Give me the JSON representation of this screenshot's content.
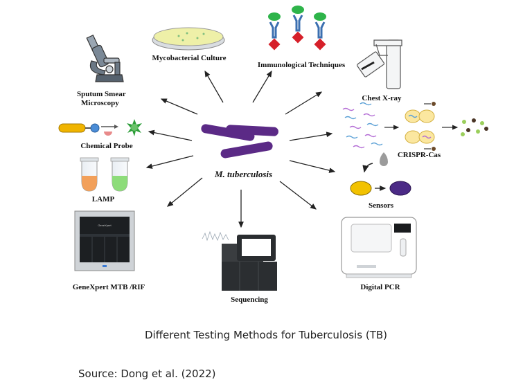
{
  "figure": {
    "center_label": "M. tuberculosis",
    "methods": [
      "Sputum Smear",
      "Microscopy",
      "Mycobacterial Culture",
      "Immunological Techniques",
      "Chest X-ray",
      "CRISPR-Cas",
      "Sensors",
      "Digital PCR",
      "Sequencing",
      "GeneXpert MTB /RIF",
      "LAMP",
      "Chemical Probe"
    ],
    "device_text": "GeneXpert"
  },
  "caption": "Different Testing Methods for Tuberculosis (TB)",
  "source": "Source: Dong et al. (2022)",
  "colors": {
    "bacteria": "#5b2a86",
    "arrow": "#222222",
    "culture_medium": "#eef0a8",
    "antibody": "#3b6fb0",
    "antigen_top": "#2eb44a",
    "antigen_red": "#d6202a",
    "lamp_orange": "#f2a05a",
    "lamp_green": "#8ddc7a",
    "sensor_yellow": "#f2c200",
    "sensor_purple": "#4b2a86",
    "probe_yellow": "#f0b400",
    "probe_blue": "#4a8cd6",
    "probe_green": "#2e9e3a"
  }
}
